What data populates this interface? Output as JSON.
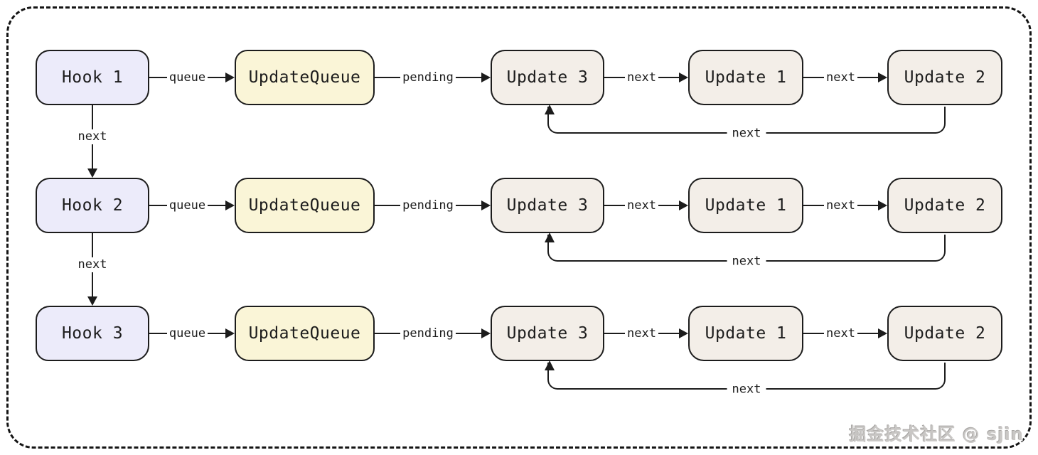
{
  "colors": {
    "stroke": "#1c1c1c",
    "frame": "#141414",
    "hook-fill": "#ecebfa",
    "queue-fill": "#faf5d7",
    "update-fill": "#f3eee8",
    "watermark": "#c9c7c5"
  },
  "rows": [
    {
      "hook": "Hook 1",
      "update_queue": "UpdateQueue",
      "queue_label": "queue",
      "pending_label": "pending",
      "next1_label": "next",
      "next2_label": "next",
      "loop_label": "next",
      "down_label": "next",
      "updates": [
        "Update 3",
        "Update 1",
        "Update 2"
      ]
    },
    {
      "hook": "Hook 2",
      "update_queue": "UpdateQueue",
      "queue_label": "queue",
      "pending_label": "pending",
      "next1_label": "next",
      "next2_label": "next",
      "loop_label": "next",
      "down_label": "next",
      "updates": [
        "Update 3",
        "Update 1",
        "Update 2"
      ]
    },
    {
      "hook": "Hook 3",
      "update_queue": "UpdateQueue",
      "queue_label": "queue",
      "pending_label": "pending",
      "next1_label": "next",
      "next2_label": "next",
      "loop_label": "next",
      "updates": [
        "Update 3",
        "Update 1",
        "Update 2"
      ]
    }
  ],
  "watermark": "掘金技术社区 @ sjin"
}
